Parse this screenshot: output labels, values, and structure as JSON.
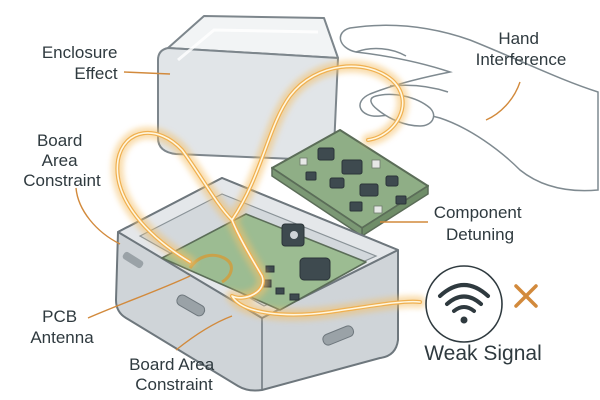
{
  "labels": {
    "enclosure_effect": [
      "Enclosure",
      "Effect"
    ],
    "hand_interference": [
      "Hand",
      "Interference"
    ],
    "board_area_constraint_top": [
      "Board",
      "Area",
      "Constraint"
    ],
    "component_detuning": [
      "Component",
      "Detuning"
    ],
    "pcb_antenna": [
      "PCB",
      "Antenna"
    ],
    "board_area_constraint_bottom": [
      "Board Area",
      "Constraint"
    ],
    "weak_signal": "Weak Signal"
  },
  "icons": {
    "signal": "wifi-signal-icon",
    "failure": "cross-mark-icon"
  },
  "colors": {
    "accent": "#d28a3c",
    "glow": "#f5c16a",
    "board": "#8fae86",
    "enclosure": "#dfe3e6",
    "text": "#2f3a3f"
  }
}
